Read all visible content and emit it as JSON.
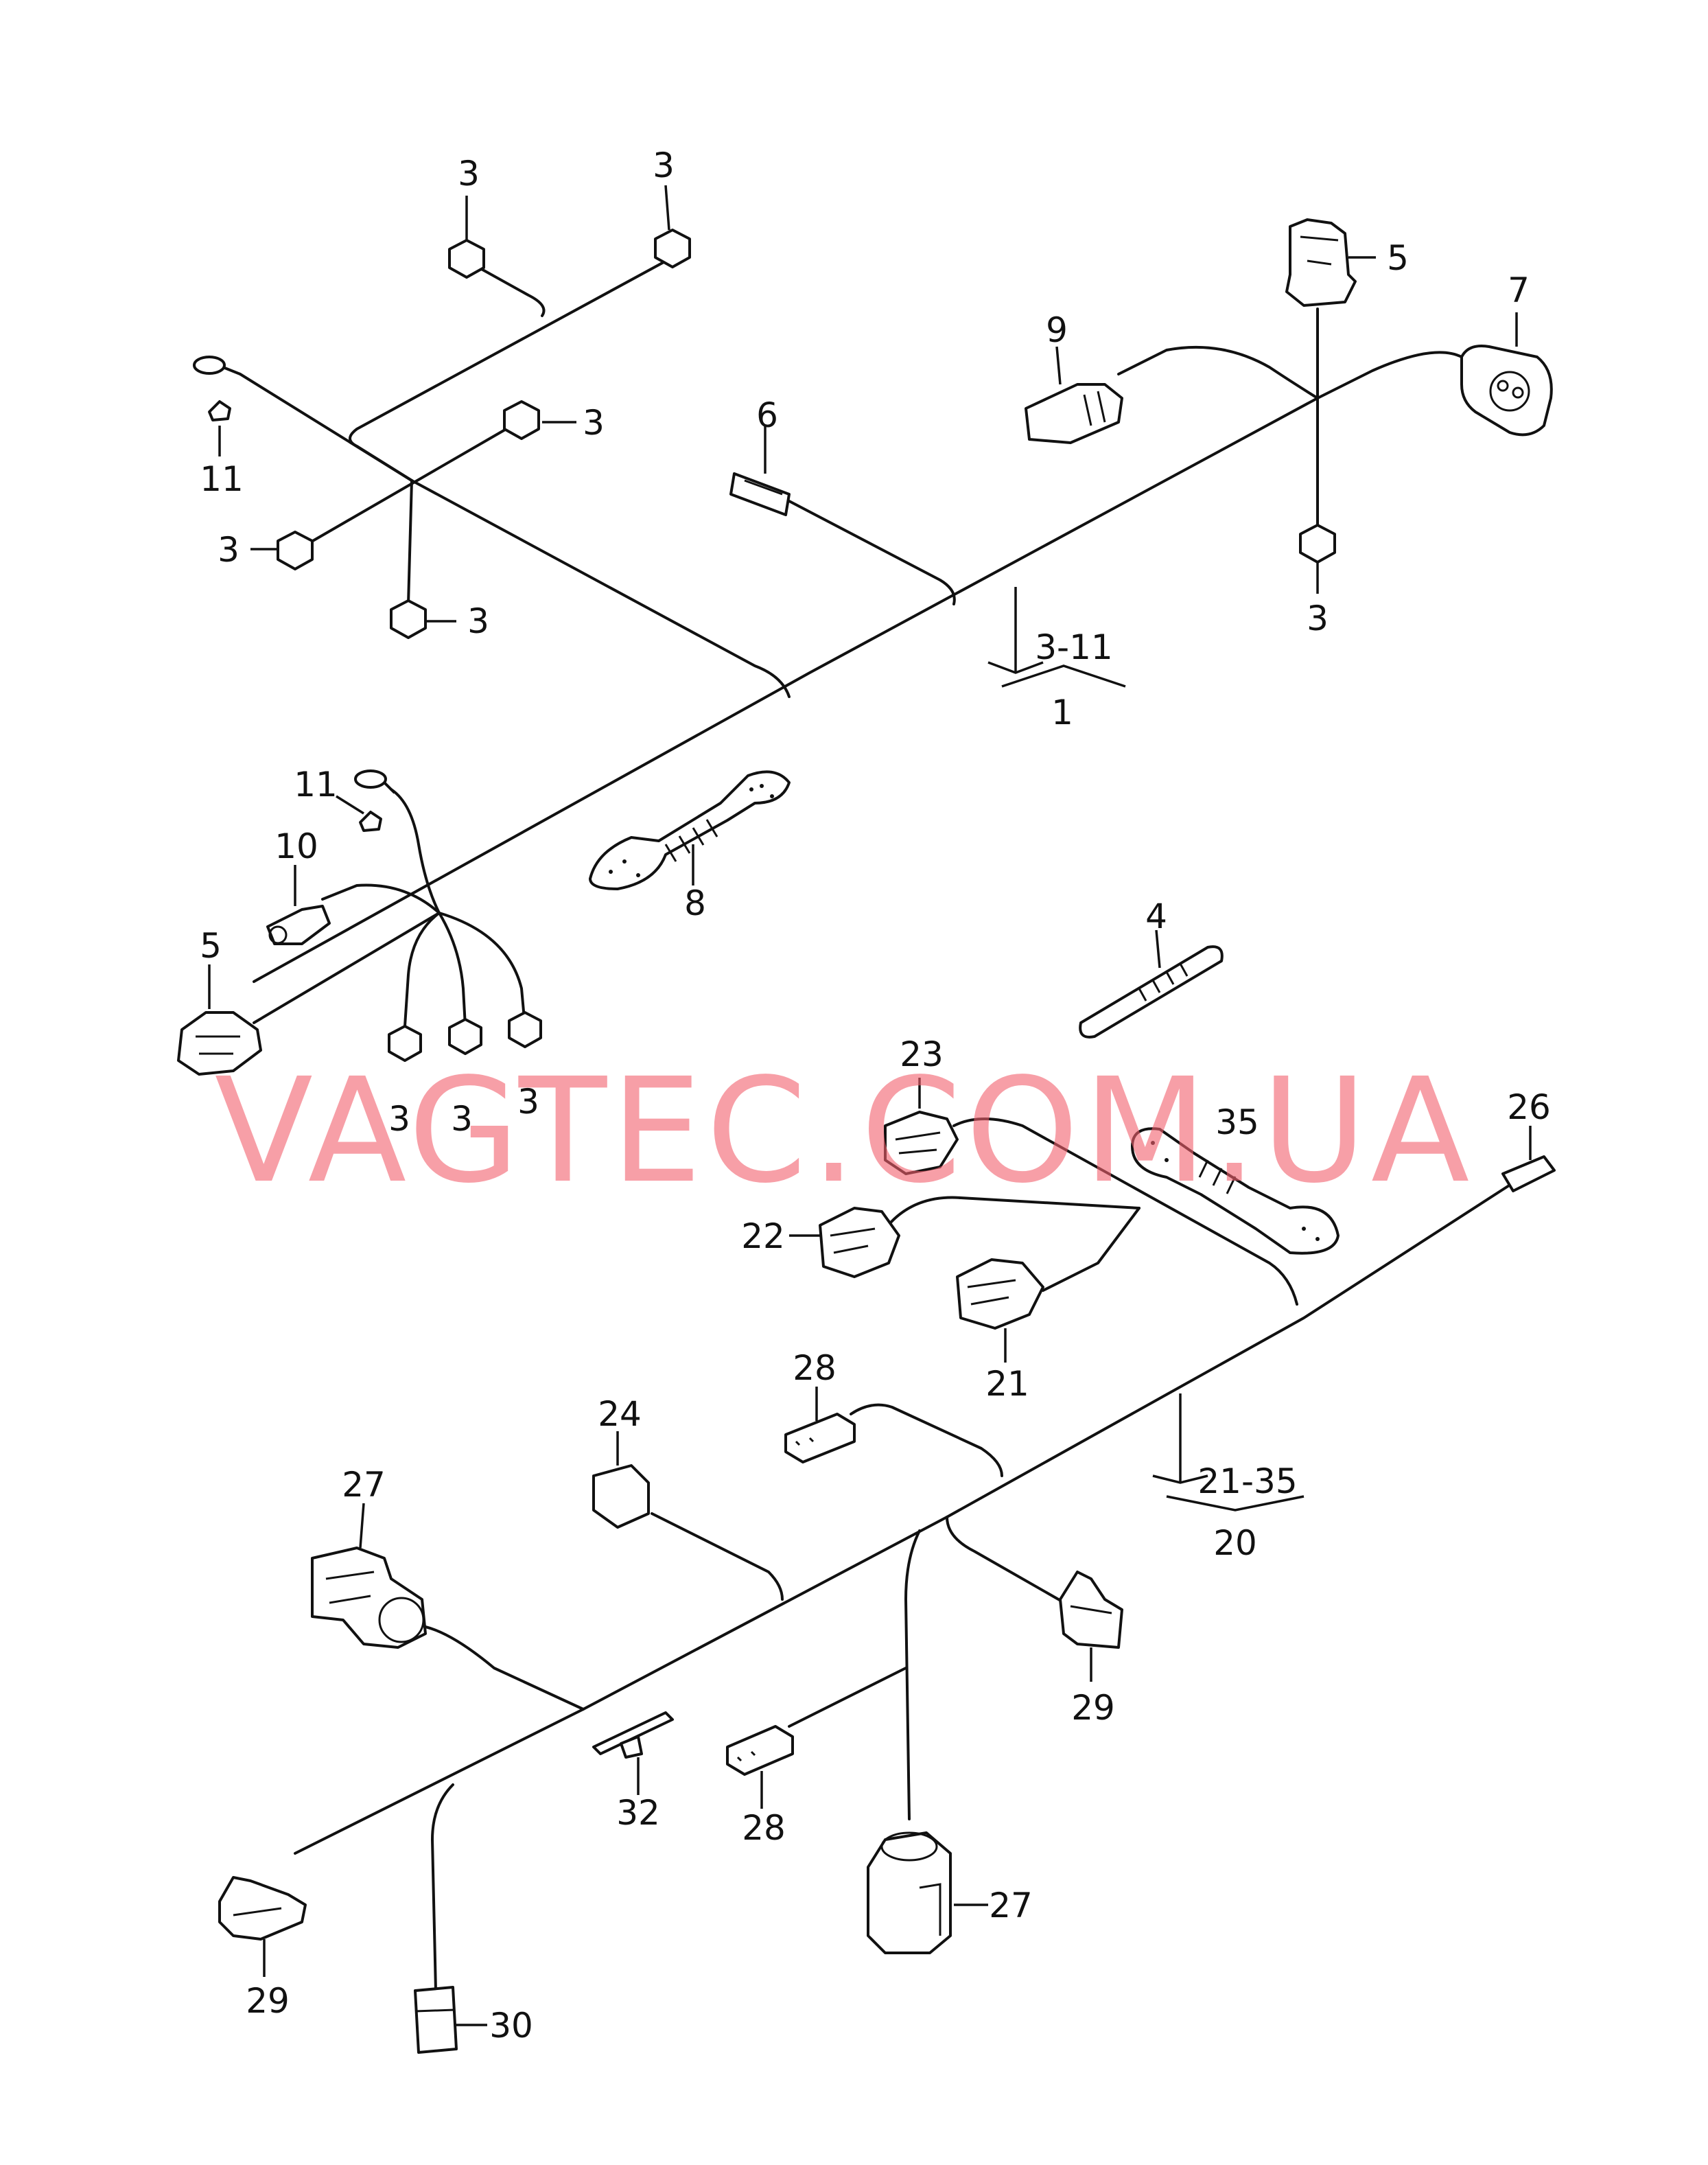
{
  "watermark": "VAGTEC.COM.UA",
  "callouts": {
    "c3a": "3",
    "c3b": "3",
    "c3c": "3",
    "c3d": "3",
    "c3e": "3",
    "c3f": "3",
    "c3g": "3",
    "c3h": "3",
    "c3i": "3",
    "c4": "4",
    "c5a": "5",
    "c5b": "5",
    "c6": "6",
    "c7": "7",
    "c8": "8",
    "c9": "9",
    "c10": "10",
    "c11a": "11",
    "c11b": "11",
    "c21": "21",
    "c22": "22",
    "c23": "23",
    "c24": "24",
    "c26": "26",
    "c27a": "27",
    "c27b": "27",
    "c28a": "28",
    "c28b": "28",
    "c29a": "29",
    "c29b": "29",
    "c30": "30",
    "c32": "32",
    "c35": "35"
  },
  "groups": {
    "upper_range": "3-11",
    "upper_assembly": "1",
    "lower_range": "21-35",
    "lower_assembly": "20"
  },
  "colors": {
    "line": "#111111",
    "watermark": "#f2606e",
    "background": "#ffffff"
  }
}
